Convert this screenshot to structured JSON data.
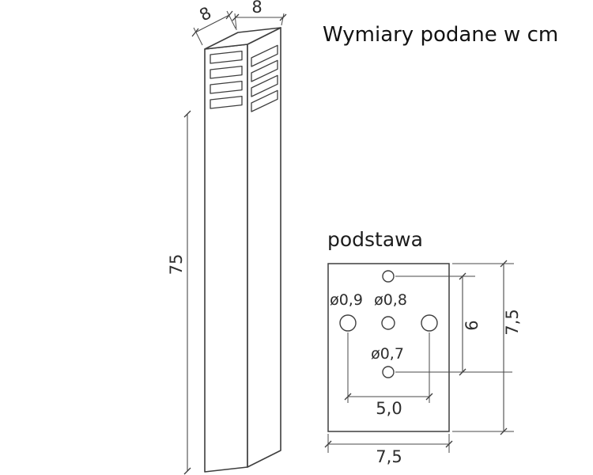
{
  "title": "Wymiary podane w cm",
  "post": {
    "width_dim": "8",
    "depth_dim": "8",
    "height_dim": "75"
  },
  "base": {
    "heading": "podstawa",
    "hole_labels": {
      "left": "ø0,9",
      "center": "ø0,8",
      "bottom": "ø0,7"
    },
    "dims": {
      "hole_span_vertical": "6",
      "plate_side_vertical": "7,5",
      "hole_span_horizontal": "5,0",
      "plate_side_horizontal": "7,5"
    }
  },
  "colors": {
    "line": "#3e3e3e",
    "text": "#222222",
    "background": "#ffffff"
  }
}
